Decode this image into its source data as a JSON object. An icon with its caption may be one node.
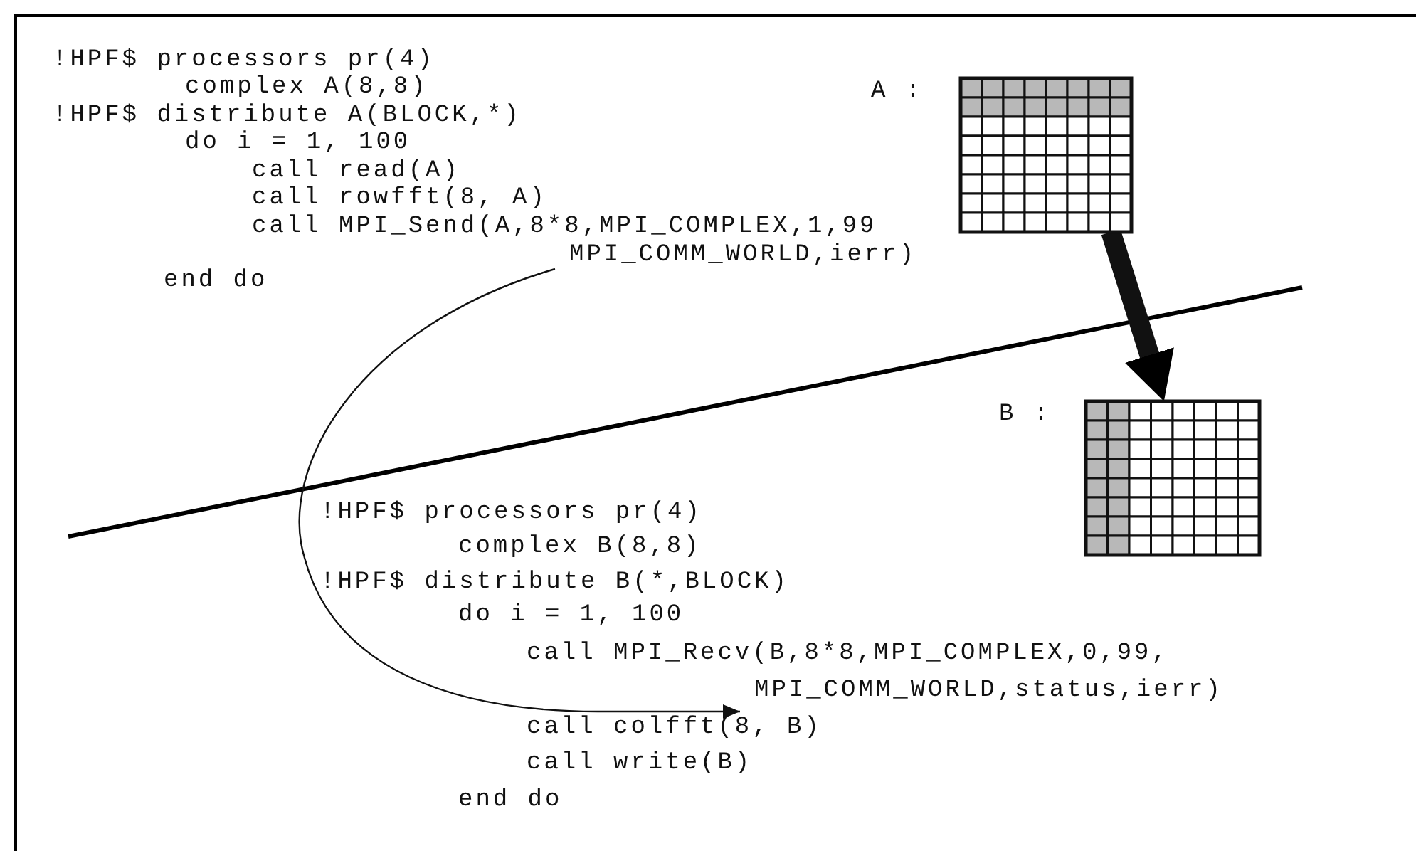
{
  "diagram": {
    "nodes": [
      {
        "text": [],
        "shape": "grid",
        "beside": [
          "A :"
        ]
      },
      {
        "text": [
          "call MPI_Send(A,8*8,MPI_COMPLEX,1,99 MPI_COMM_WORLD,ierr)"
        ]
      },
      {
        "text": [],
        "shape": "grid",
        "beside": [
          "B :"
        ]
      },
      {
        "text": [
          "call MPI_Recv(B,8*8,MPI_COMPLEX,0,99, MPI_COMM_WORLD,status,ierr)"
        ]
      }
    ],
    "edges": [
      {
        "from": 0,
        "to": 2,
        "arrow": "to",
        "style": "thick"
      },
      {
        "from": 1,
        "to": 3,
        "arrow": "to"
      }
    ],
    "labels": [
      "!HPF$ processors pr(4)",
      "complex A(8,8)",
      "!HPF$ distribute A(BLOCK,*)",
      "do i = 1, 100",
      "call read(A)",
      "call rowfft(8, A)",
      "end do",
      "!HPF$ processors pr(4)",
      "complex B(8,8)",
      "!HPF$ distribute B(*,BLOCK)",
      "do i = 1, 100",
      "call colfft(8, B)",
      "call write(B)",
      "end do"
    ]
  }
}
